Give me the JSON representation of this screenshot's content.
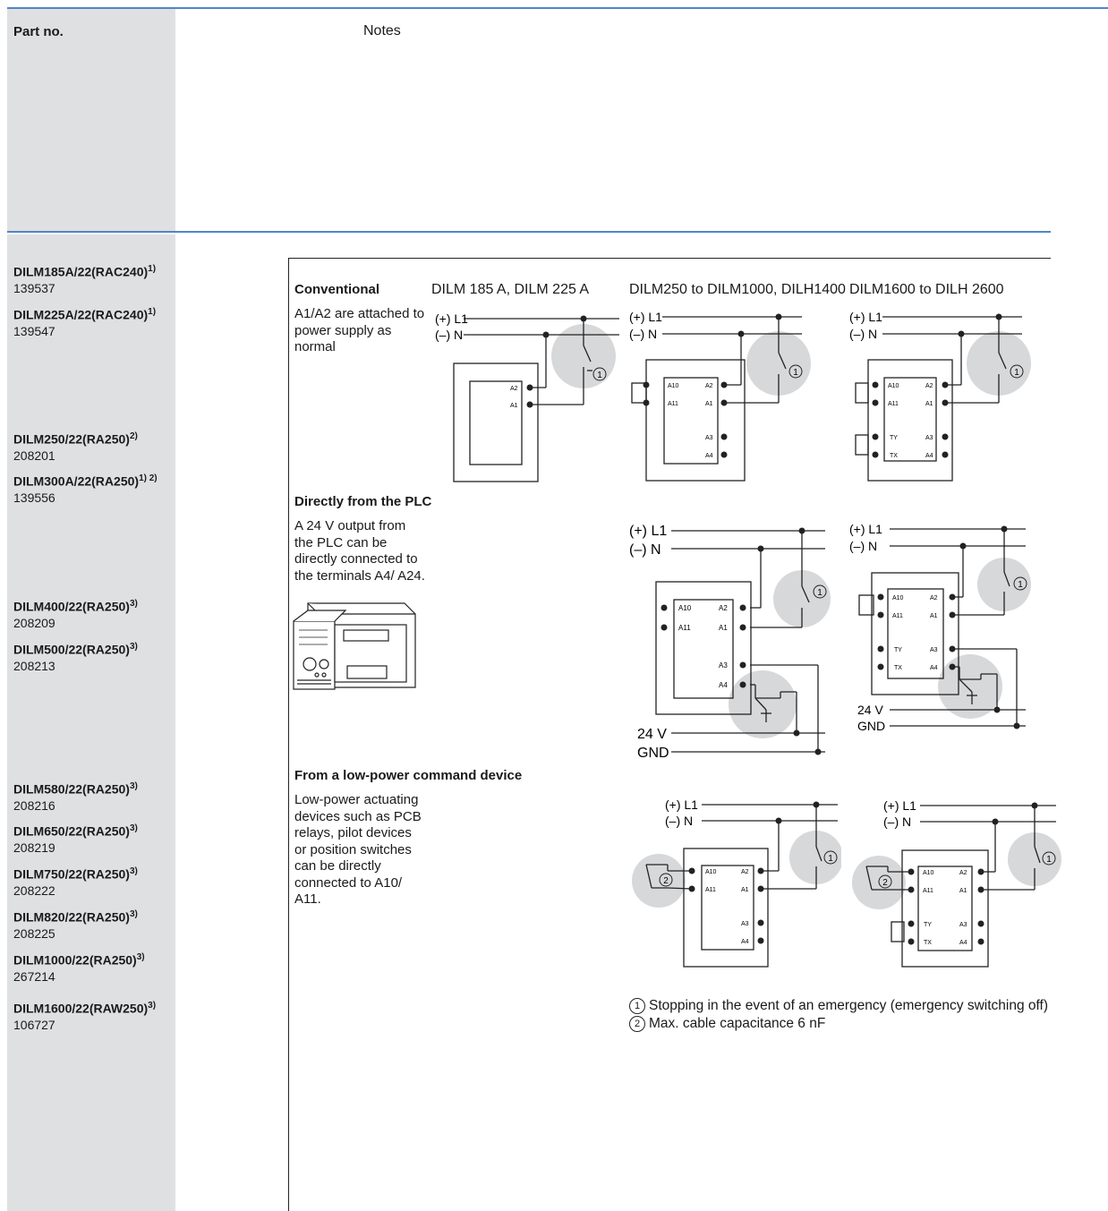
{
  "header": {
    "part_no_label": "Part no.",
    "notes_label": "Notes"
  },
  "parts": [
    {
      "model": "DILM185A/22(RAC240)",
      "sup": "1)",
      "number": "139537"
    },
    {
      "model": "DILM225A/22(RAC240)",
      "sup": "1)",
      "number": "139547"
    },
    {
      "model": "DILM250/22(RA250)",
      "sup": "2)",
      "number": "208201"
    },
    {
      "model": "DILM300A/22(RA250)",
      "sup": "1) 2)",
      "number": "139556"
    },
    {
      "model": "DILM400/22(RA250)",
      "sup": "3)",
      "number": "208209"
    },
    {
      "model": "DILM500/22(RA250)",
      "sup": "3)",
      "number": "208213"
    },
    {
      "model": "DILM580/22(RA250)",
      "sup": "3)",
      "number": "208216"
    },
    {
      "model": "DILM650/22(RA250)",
      "sup": "3)",
      "number": "208219"
    },
    {
      "model": "DILM750/22(RA250)",
      "sup": "3)",
      "number": "208222"
    },
    {
      "model": "DILM820/22(RA250)",
      "sup": "3)",
      "number": "208225"
    },
    {
      "model": "DILM1000/22(RA250)",
      "sup": "3)",
      "number": "267214"
    },
    {
      "model": "DILM1600/22(RAW250)",
      "sup": "3)",
      "number": "106727"
    }
  ],
  "columns": {
    "col1": "DILM 185 A, DILM 225 A",
    "col2": "DILM250 to DILM1000, DILH1400",
    "col3": "DILM1600 to DILH 2600"
  },
  "sections": {
    "conventional": {
      "title": "Conventional",
      "body": "A1/A2 are attached to power supply as normal"
    },
    "plc": {
      "title": "Directly from the PLC",
      "body": "A 24 V output from the PLC can be directly connected to the terminals A4/ A24."
    },
    "lowpower": {
      "title": "From a low-power command device",
      "body": "Low-power actuating devices such as PCB relays, pilot devices or position switches can be directly connected to A10/ A11."
    }
  },
  "wiring_labels": {
    "l1": "(+) L1",
    "n": "(–) N",
    "v24": "24 V",
    "gnd": "GND",
    "a1": "A1",
    "a2": "A2",
    "a3": "A3",
    "a4": "A4",
    "a10": "A10",
    "a11": "A11",
    "ty": "TY",
    "tx": "TX",
    "marker1": "1",
    "marker2": "2"
  },
  "legend": {
    "item1_num": "1",
    "item1": "Stopping in the event of an emergency (emergency switching off)",
    "item2_num": "2",
    "item2": "Max. cable capacitance 6 nF"
  }
}
